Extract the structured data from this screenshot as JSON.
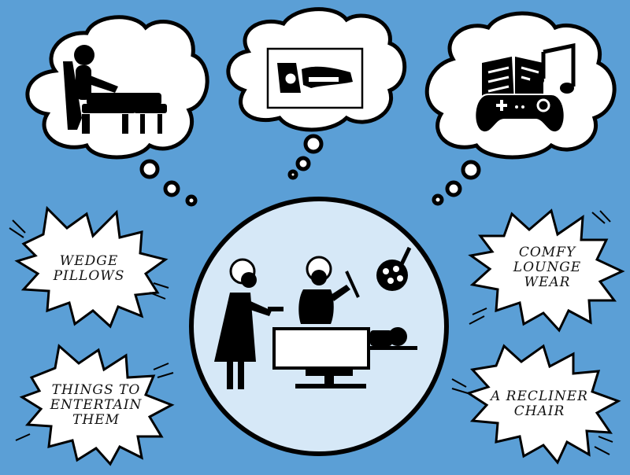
{
  "colors": {
    "background": "#5b9fd6",
    "bubble_fill": "#ffffff",
    "outline": "#000000",
    "circle_fill": "#d6e8f7"
  },
  "thought_bubbles": [
    {
      "id": "recliner",
      "icon": "recliner-chair-icon"
    },
    {
      "id": "sleep",
      "icon": "sleeping-person-icon"
    },
    {
      "id": "entertainment",
      "icon": "book-music-gamepad-icon"
    }
  ],
  "center_scene": {
    "icon": "surgery-scene-icon"
  },
  "bursts": {
    "wedge": {
      "lines": [
        "WEDGE",
        "PILLOWS"
      ]
    },
    "lounge": {
      "lines": [
        "COMFY",
        "LOUNGE",
        "WEAR"
      ]
    },
    "entertain": {
      "lines": [
        "THINGS TO",
        "ENTERTAIN",
        "THEM"
      ]
    },
    "recliner": {
      "lines": [
        "A RECLINER",
        "CHAIR"
      ]
    }
  }
}
